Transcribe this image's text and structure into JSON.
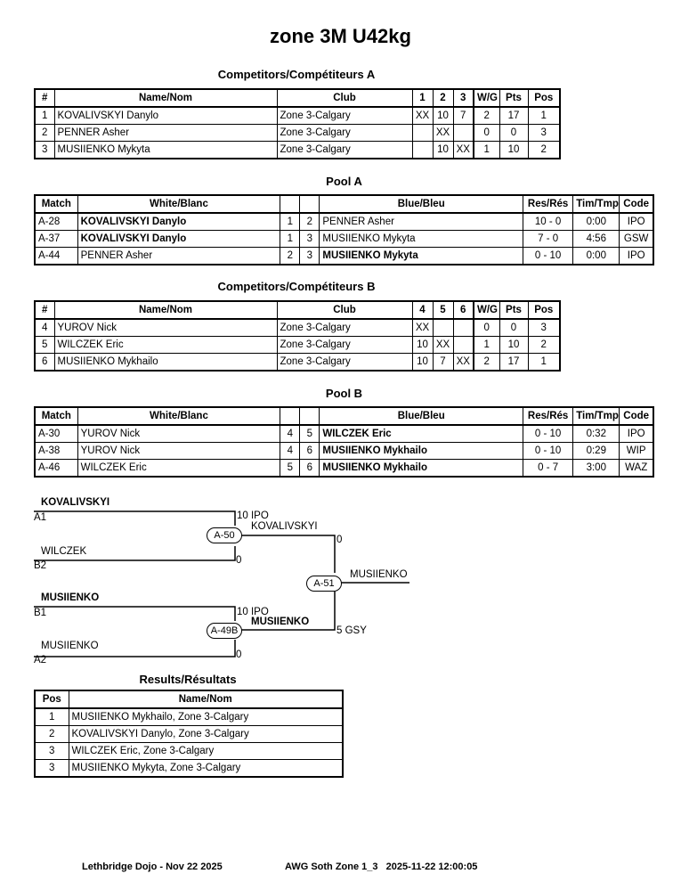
{
  "title": "zone 3M U42kg",
  "poolA_comp": {
    "heading": "Competitors/Compétiteurs A",
    "headers": [
      "#",
      "Name/Nom",
      "Club",
      "1",
      "2",
      "3",
      "W/G",
      "Pts",
      "Pos"
    ],
    "rows": [
      {
        "num": "1",
        "name": "KOVALIVSKYI Danylo",
        "club": "Zone 3-Calgary",
        "s1": "XX",
        "s2": "10",
        "s3": "7",
        "wg": "2",
        "pts": "17",
        "pos": "1"
      },
      {
        "num": "2",
        "name": "PENNER Asher",
        "club": "Zone 3-Calgary",
        "s1": "",
        "s2": "XX",
        "s3": "",
        "wg": "0",
        "pts": "0",
        "pos": "3"
      },
      {
        "num": "3",
        "name": "MUSIIENKO Mykyta",
        "club": "Zone 3-Calgary",
        "s1": "",
        "s2": "10",
        "s3": "XX",
        "wg": "1",
        "pts": "10",
        "pos": "2"
      }
    ]
  },
  "poolA": {
    "heading": "Pool A",
    "headers": [
      "Match",
      "White/Blanc",
      "",
      "",
      "Blue/Bleu",
      "Res/Rés",
      "Tim/Tmp",
      "Code"
    ],
    "rows": [
      {
        "match": "A-28",
        "white": "KOVALIVSKYI Danylo",
        "wn": "1",
        "bn": "2",
        "blue": "PENNER Asher",
        "res": "10 - 0",
        "time": "0:00",
        "code": "IPO",
        "wb": true,
        "bb": false
      },
      {
        "match": "A-37",
        "white": "KOVALIVSKYI Danylo",
        "wn": "1",
        "bn": "3",
        "blue": "MUSIIENKO Mykyta",
        "res": "7 - 0",
        "time": "4:56",
        "code": "GSW",
        "wb": true,
        "bb": false
      },
      {
        "match": "A-44",
        "white": "PENNER Asher",
        "wn": "2",
        "bn": "3",
        "blue": "MUSIIENKO Mykyta",
        "res": "0 - 10",
        "time": "0:00",
        "code": "IPO",
        "wb": false,
        "bb": true
      }
    ]
  },
  "poolB_comp": {
    "heading": "Competitors/Compétiteurs B",
    "headers": [
      "#",
      "Name/Nom",
      "Club",
      "4",
      "5",
      "6",
      "W/G",
      "Pts",
      "Pos"
    ],
    "rows": [
      {
        "num": "4",
        "name": "YUROV Nick",
        "club": "Zone 3-Calgary",
        "s1": "XX",
        "s2": "",
        "s3": "",
        "wg": "0",
        "pts": "0",
        "pos": "3"
      },
      {
        "num": "5",
        "name": "WILCZEK Eric",
        "club": "Zone 3-Calgary",
        "s1": "10",
        "s2": "XX",
        "s3": "",
        "wg": "1",
        "pts": "10",
        "pos": "2"
      },
      {
        "num": "6",
        "name": "MUSIIENKO Mykhailo",
        "club": "Zone 3-Calgary",
        "s1": "10",
        "s2": "7",
        "s3": "XX",
        "wg": "2",
        "pts": "17",
        "pos": "1"
      }
    ]
  },
  "poolB": {
    "heading": "Pool B",
    "headers": [
      "Match",
      "White/Blanc",
      "",
      "",
      "Blue/Bleu",
      "Res/Rés",
      "Tim/Tmp",
      "Code"
    ],
    "rows": [
      {
        "match": "A-30",
        "white": "YUROV Nick",
        "wn": "4",
        "bn": "5",
        "blue": "WILCZEK Eric",
        "res": "0 - 10",
        "time": "0:32",
        "code": "IPO",
        "wb": false,
        "bb": true
      },
      {
        "match": "A-38",
        "white": "YUROV Nick",
        "wn": "4",
        "bn": "6",
        "blue": "MUSIIENKO Mykhailo",
        "res": "0 - 10",
        "time": "0:29",
        "code": "WIP",
        "wb": false,
        "bb": true
      },
      {
        "match": "A-46",
        "white": "WILCZEK Eric",
        "wn": "5",
        "bn": "6",
        "blue": "MUSIIENKO Mykhailo",
        "res": "0 - 7",
        "time": "3:00",
        "code": "WAZ",
        "wb": false,
        "bb": true
      }
    ]
  },
  "bracket": {
    "sf1_top_name": "KOVALIVSKYI",
    "sf1_top_seed": "A1",
    "sf1_bot_name": "WILCZEK",
    "sf1_bot_seed": "B2",
    "sf1_match": "A-50",
    "sf1_score_top": "10 IPO",
    "sf1_score_bot": "0",
    "sf1_winner": "KOVALIVSKYI",
    "sf2_top_name": "MUSIIENKO",
    "sf2_top_seed": "B1",
    "sf2_bot_name": "MUSIIENKO",
    "sf2_bot_seed": "A2",
    "sf2_match": "A-49B",
    "sf2_score_top": "10 IPO",
    "sf2_score_bot": "0",
    "sf2_winner": "MUSIIENKO",
    "final_match": "A-51",
    "final_score_top": "0",
    "final_score_bot": "5 GSY",
    "final_winner": "MUSIIENKO"
  },
  "results": {
    "heading": "Results/Résultats",
    "headers": [
      "Pos",
      "Name/Nom"
    ],
    "rows": [
      {
        "pos": "1",
        "name": "MUSIIENKO Mykhailo, Zone 3-Calgary"
      },
      {
        "pos": "2",
        "name": "KOVALIVSKYI Danylo, Zone 3-Calgary"
      },
      {
        "pos": "3",
        "name": "WILCZEK Eric, Zone 3-Calgary"
      },
      {
        "pos": "3",
        "name": "MUSIIENKO Mykyta, Zone 3-Calgary"
      }
    ]
  },
  "footer": {
    "left": "Lethbridge Dojo - Nov 22 2025",
    "right": "AWG Soth Zone 1_3   2025-11-22 12:00:05"
  }
}
